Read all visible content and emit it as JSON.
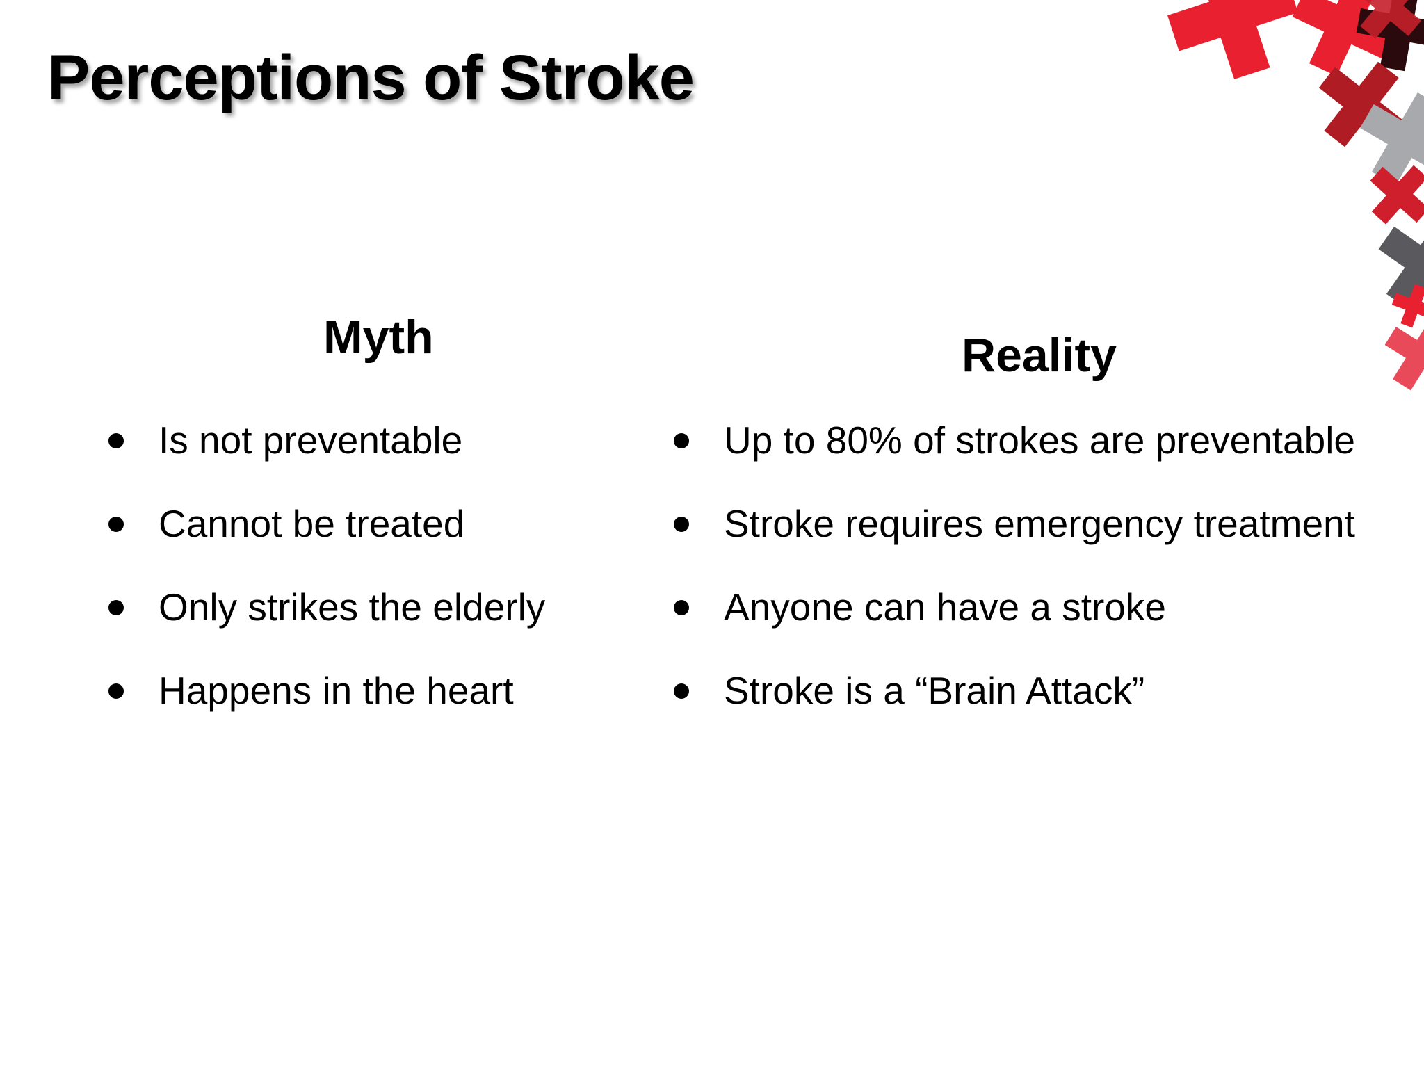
{
  "slide": {
    "title": "Perceptions of Stroke",
    "myth": {
      "heading": "Myth",
      "items": [
        "Is not preventable",
        "Cannot be treated",
        "Only strikes the elderly",
        "Happens in the heart"
      ]
    },
    "reality": {
      "heading": "Reality",
      "items": [
        "Up to 80% of strokes are preventable",
        "Stroke requires emergency treatment",
        "Anyone can have a stroke",
        "Stroke is a “Brain Attack”"
      ]
    }
  },
  "colors": {
    "accent_red": "#e8202f",
    "dark_red": "#b01c24",
    "gray": "#5a5a5e",
    "light_gray": "#a8a9ad"
  },
  "decoration": {
    "icon": "medical-cross-cluster"
  }
}
